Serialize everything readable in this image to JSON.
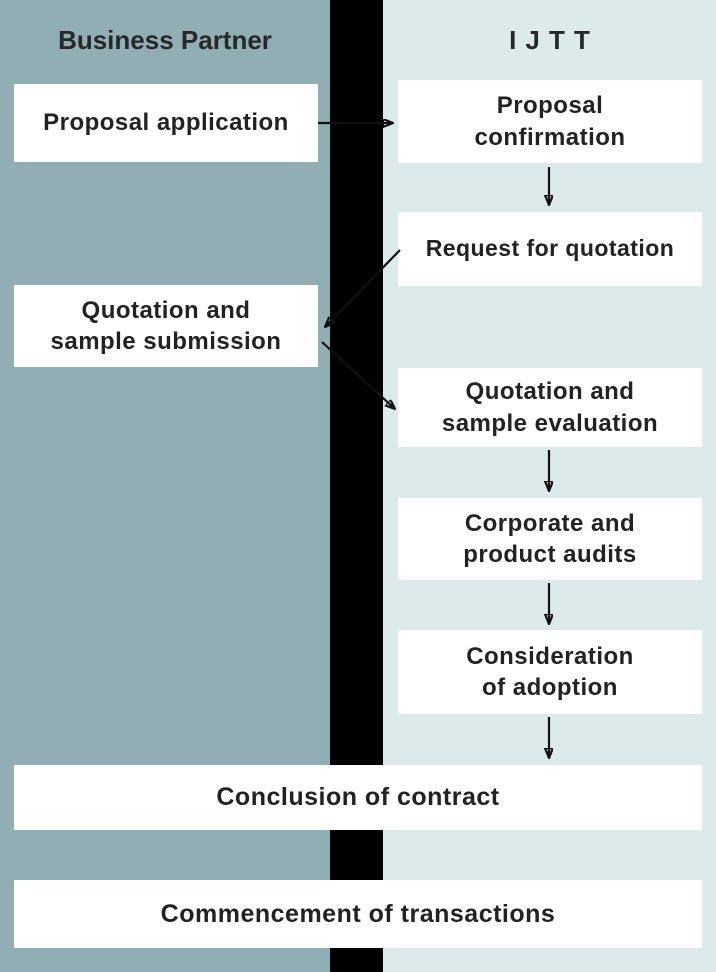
{
  "columns": {
    "left_title": "Business Partner",
    "right_title": "IJTT"
  },
  "nodes": {
    "proposal_application": "Proposal application",
    "proposal_confirmation": "Proposal\nconfirmation",
    "request_for_quotation": "Request for quotation",
    "quotation_sample_submission": "Quotation and\nsample submission",
    "quotation_sample_evaluation": "Quotation and\nsample evaluation",
    "corporate_product_audits": "Corporate and\nproduct audits",
    "consideration_of_adoption": "Consideration\nof adoption",
    "conclusion_of_contract": "Conclusion of contract",
    "commencement_of_transactions": "Commencement of transactions"
  },
  "colors": {
    "left_bg": "#90AEB4",
    "right_bg": "#DCEAEA",
    "divider": "#000000",
    "box_bg": "#FFFFFF",
    "text": "#222222",
    "arrow": "#111111"
  }
}
